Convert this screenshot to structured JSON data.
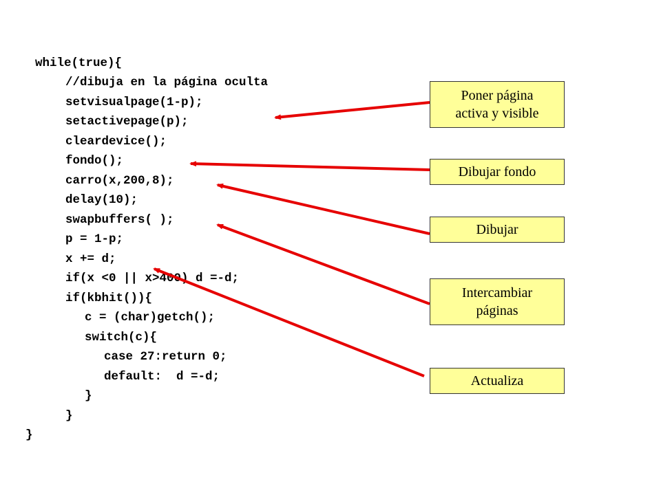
{
  "code": {
    "lines": [
      "while(true){",
      "//dibuja en la página oculta",
      "setvisualpage(1-p);",
      "setactivepage(p);",
      "cleardevice();",
      "fondo();",
      "carro(x,200,8);",
      "delay(10);",
      "swapbuffers( );",
      "p = 1-p;",
      "x += d;",
      "if(x <0 || x>400) d =-d;",
      "if(kbhit()){",
      "c = (char)getch();",
      "switch(c){",
      "case 27:return 0;",
      "default:  d =-d;",
      "}",
      "}",
      "}"
    ]
  },
  "labels": {
    "poner_pagina": {
      "line1": "Poner página",
      "line2": "activa y visible"
    },
    "dibujar_fondo": "Dibujar fondo",
    "dibujar": "Dibujar",
    "intercambiar": {
      "line1": "Intercambiar",
      "line2": "páginas"
    },
    "actualiza": "Actualiza"
  },
  "colors": {
    "label_fill": "#ffff99",
    "arrow": "#e60000",
    "code_text": "#000000"
  }
}
